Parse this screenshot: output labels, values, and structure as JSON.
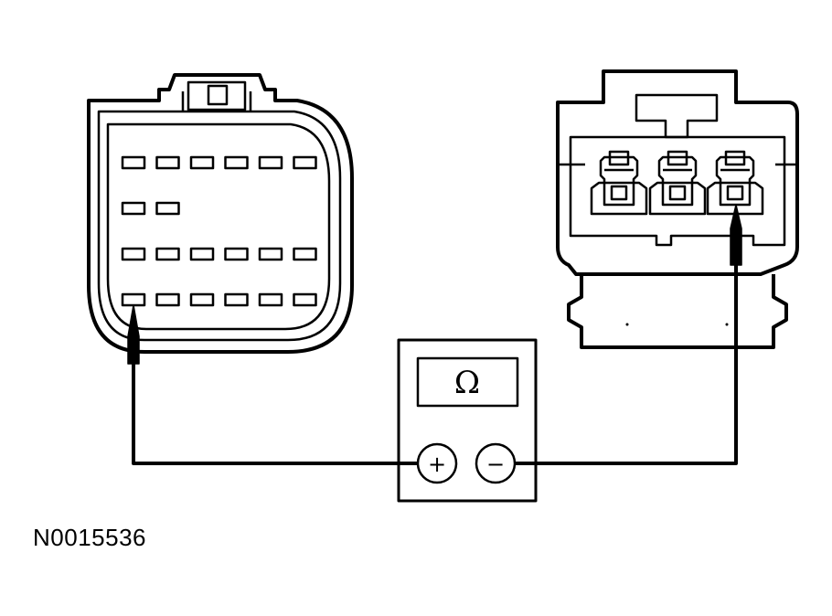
{
  "figure_id": "N0015536",
  "meter": {
    "display_symbol": "Ω",
    "positive_symbol": "+",
    "negative_symbol": "−"
  },
  "connector_left": {
    "pin_rows": [
      6,
      2,
      6,
      6
    ]
  },
  "connector_right": {
    "cavities": 3
  },
  "colors": {
    "line": "#000000",
    "background": "#ffffff"
  }
}
